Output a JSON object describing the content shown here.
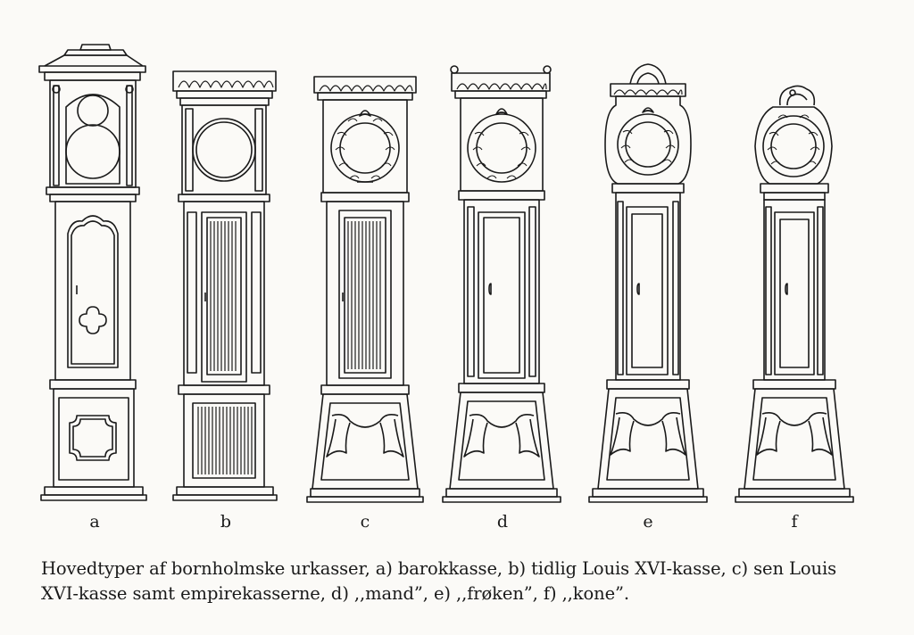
{
  "figure": {
    "clocks": [
      {
        "id": "a",
        "label": "a"
      },
      {
        "id": "b",
        "label": "b"
      },
      {
        "id": "c",
        "label": "c"
      },
      {
        "id": "d",
        "label": "d"
      },
      {
        "id": "e",
        "label": "e"
      },
      {
        "id": "f",
        "label": "f"
      }
    ]
  },
  "caption": {
    "line1": "Hovedtyper af bornholmske urkasser, a) barokkasse, b) tidlig Louis XVI-kasse, c) sen Louis",
    "line2": "XVI-kasse samt empirekasserne, d) ,,mand”, e) ,,frøken”, f) ,,kone”."
  }
}
